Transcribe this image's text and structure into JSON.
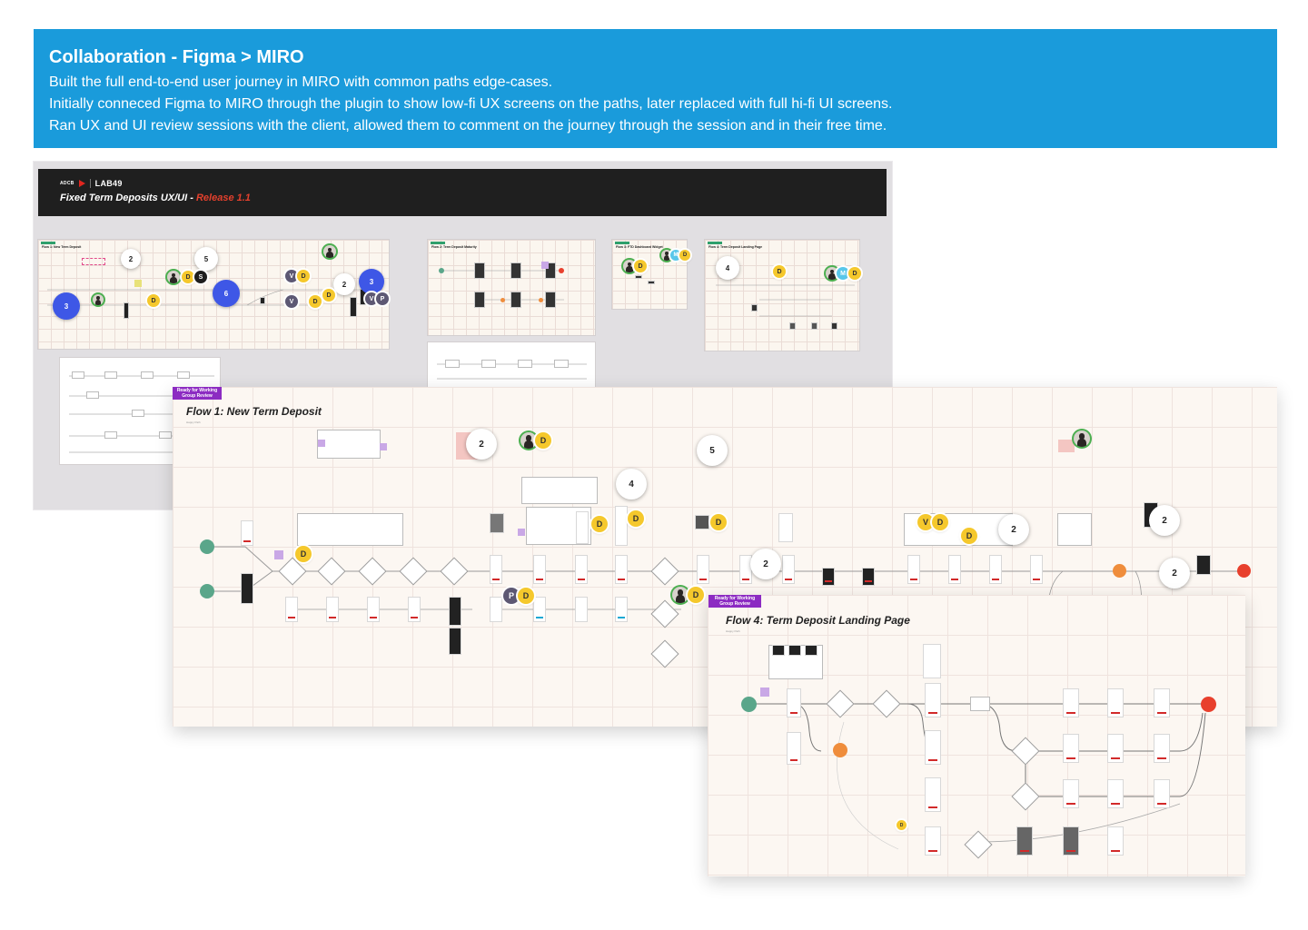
{
  "banner": {
    "title": "Collaboration - Figma > MIRO",
    "lines": [
      "Built the full end-to-end user journey in MIRO with common paths edge-cases.",
      "Initially conneced Figma to MIRO through the plugin to show low-fi UX screens on the paths, later replaced with full hi-fi UI screens.",
      "Ran UX and UI review sessions with the client, allowed them to comment on the journey through the session and in their free time."
    ]
  },
  "board": {
    "brand_small": "ADCB",
    "brand": "LAB49",
    "title": "Fixed Term Deposits UX/UI - ",
    "release": "Release 1.1",
    "mini_frames": [
      {
        "label": "Flow 1: New Term Deposit"
      },
      {
        "label": "Flow 2: Term Deposit Maturity"
      },
      {
        "label": "Flow 3: FTD Dashboard Widget"
      },
      {
        "label": "Flow 4: Term Deposit Landing Page"
      }
    ]
  },
  "flow1": {
    "title": "Flow 1: New Term Deposit",
    "subtitle": "Happy Path",
    "ready_tag": "Ready for Working Group Review"
  },
  "flow4": {
    "title": "Flow 4: Term Deposit Landing Page",
    "subtitle": "Happy Path",
    "ready_tag": "Ready for Working Group Review"
  },
  "badges": {
    "two": "2",
    "three": "3",
    "four": "4",
    "five": "5",
    "six": "6",
    "d": "D",
    "v": "V",
    "p": "P",
    "m": "M",
    "s": "S"
  },
  "colors": {
    "banner": "#1a9bdb",
    "board_bg": "#e1dfe2",
    "topbar": "#1f1f1f",
    "release": "#e3402d",
    "ready_tag": "#8c2bc2",
    "start_node": "#5aa68a",
    "end_node": "#e8402d",
    "badge_yellow": "#f5c82c",
    "badge_blue": "#3e57e6"
  }
}
